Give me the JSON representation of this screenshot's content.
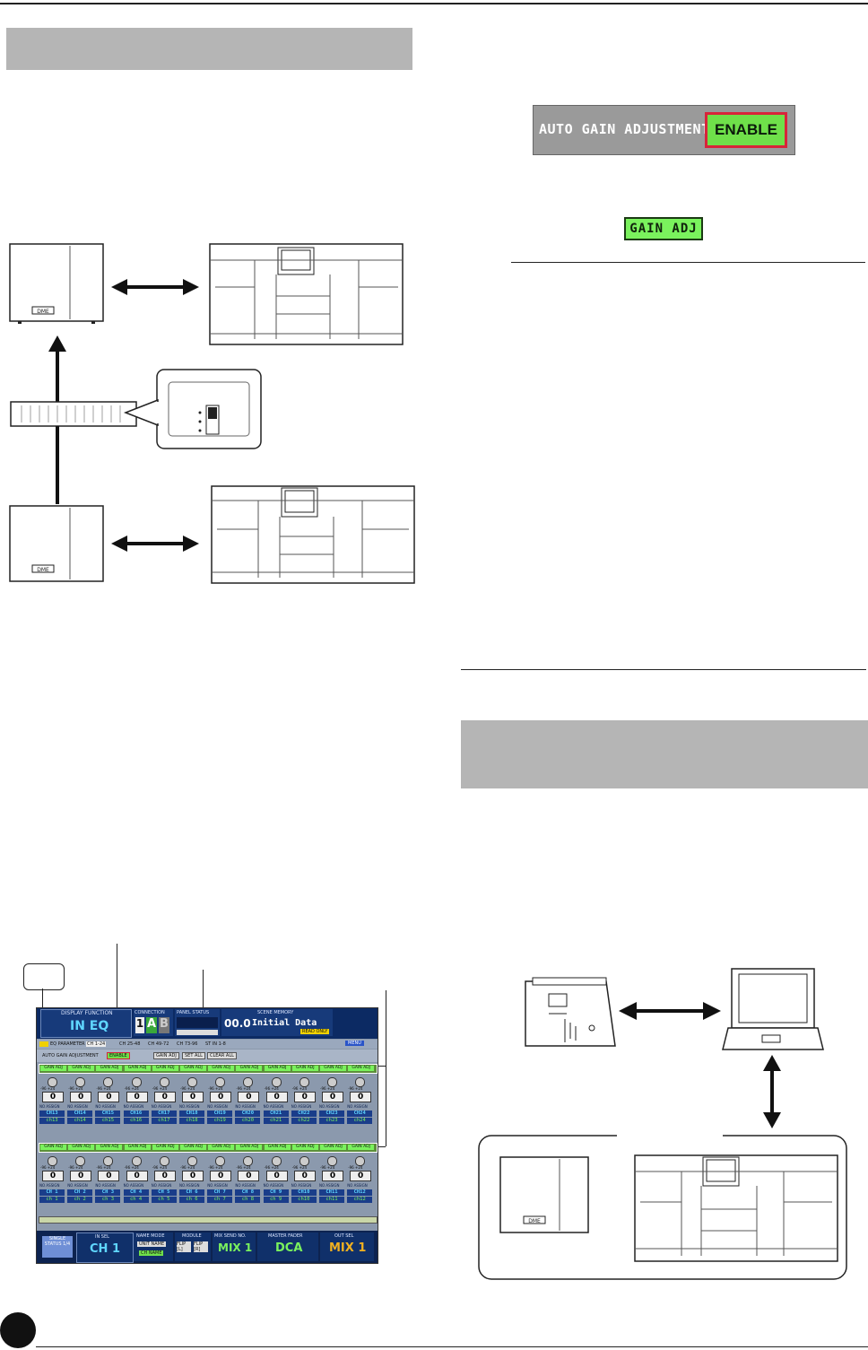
{
  "top_rule": "",
  "auto_gain": {
    "label": "AUTO GAIN ADJUSTMENT",
    "button": "ENABLE"
  },
  "gain_adj_badge": "GAIN ADJ",
  "screen": {
    "display_function_label": "DISPLAY FUNCTION",
    "display_function_value": "IN EQ",
    "connection_label": "CONNECTION",
    "connection_num": "1",
    "conn_a": "A",
    "conn_b": "B",
    "panel_status_label": "PANEL STATUS",
    "scene_memory_label": "SCENE MEMORY",
    "scene_number": "00.0",
    "scene_name": "Initial Data",
    "read_only": "READ ONLY",
    "menu": "MENU",
    "tab_label": "EQ PARAMETER",
    "tabs": [
      "CH 1-24",
      "CH 25-48",
      "CH 49-72",
      "CH 73-96",
      "ST IN 1-8"
    ],
    "auto_gain_small": "AUTO GAIN ADJUSTMENT",
    "enable_small": "ENABLE",
    "gain_adj_small": "GAIN ADJ",
    "set_all": "SET ALL",
    "clear_all": "CLEAR ALL",
    "gain_adj_cell": "GAIN ADJ",
    "no_assign": "NO ASSIGN",
    "knob_range": "-96  +24",
    "knob_value": "0",
    "row1_ch": [
      "CH13",
      "CH14",
      "CH15",
      "CH16",
      "CH17",
      "CH18",
      "CH19",
      "CH20",
      "CH21",
      "CH22",
      "CH23",
      "CH24"
    ],
    "row1_name": [
      "ch13",
      "ch14",
      "ch15",
      "ch16",
      "ch17",
      "ch18",
      "ch19",
      "ch20",
      "ch21",
      "ch22",
      "ch23",
      "ch24"
    ],
    "row2_ch": [
      "CH 1",
      "CH 2",
      "CH 3",
      "CH 4",
      "CH 5",
      "CH 6",
      "CH 7",
      "CH 8",
      "CH 9",
      "CH10",
      "CH11",
      "CH12"
    ],
    "row2_name": [
      "ch 1",
      "ch 2",
      "ch 3",
      "ch 4",
      "ch 5",
      "ch 6",
      "ch 7",
      "ch 8",
      "ch 9",
      "ch10",
      "ch11",
      "ch12"
    ],
    "bottom": {
      "single_status": "SINGLE STATUS 1/4",
      "in_sel_label": "IN SEL",
      "in_sel_value": "CH 1",
      "name_mode_label": "NAME MODE",
      "unit_name": "UNIT NAME",
      "ch_name": "CH NAME",
      "module_label": "MODULE",
      "flip_l": "FLIP [L]",
      "flip_r": "FLIP [R]",
      "mix_send_label": "MIX SEND NO.",
      "mix_send_value": "MIX 1",
      "master_fader_label": "MASTER FADER",
      "master_fader_value": "DCA",
      "out_sel_label": "OUT SEL",
      "out_sel_value": "MIX 1"
    }
  },
  "colors": {
    "header_gray": "#b5b5b5",
    "enable_green": "#6fe04a",
    "enable_border": "#d8243a",
    "screen_bg": "#8b99ad"
  }
}
